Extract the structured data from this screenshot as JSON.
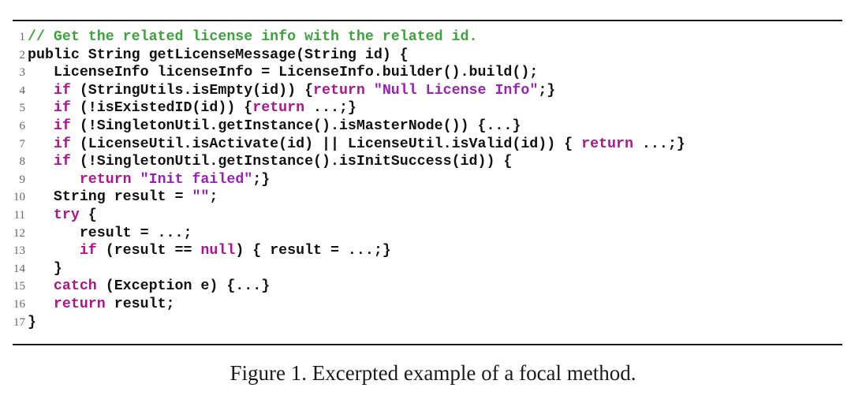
{
  "code_lines": [
    {
      "num": "1",
      "segments": [
        {
          "type": "comment",
          "text": "// Get the related license info with the related id."
        }
      ]
    },
    {
      "num": "2",
      "segments": [
        {
          "type": "plain",
          "text": "public String getLicenseMessage(String id) {"
        }
      ]
    },
    {
      "num": "3",
      "segments": [
        {
          "type": "plain",
          "text": "   LicenseInfo licenseInfo = LicenseInfo.builder().build();"
        }
      ]
    },
    {
      "num": "4",
      "segments": [
        {
          "type": "keyword",
          "text": "   if"
        },
        {
          "type": "plain",
          "text": " (StringUtils.isEmpty(id)) {"
        },
        {
          "type": "keyword",
          "text": "return"
        },
        {
          "type": "plain",
          "text": " "
        },
        {
          "type": "string",
          "text": "\"Null License Info\""
        },
        {
          "type": "plain",
          "text": ";}"
        }
      ]
    },
    {
      "num": "5",
      "segments": [
        {
          "type": "keyword",
          "text": "   if"
        },
        {
          "type": "plain",
          "text": " (!isExistedID(id)) {"
        },
        {
          "type": "keyword",
          "text": "return"
        },
        {
          "type": "plain",
          "text": " ...;}"
        }
      ]
    },
    {
      "num": "6",
      "segments": [
        {
          "type": "keyword",
          "text": "   if"
        },
        {
          "type": "plain",
          "text": " (!SingletonUtil.getInstance().isMasterNode()) {...}"
        }
      ]
    },
    {
      "num": "7",
      "segments": [
        {
          "type": "keyword",
          "text": "   if"
        },
        {
          "type": "plain",
          "text": " (LicenseUtil.isActivate(id) || LicenseUtil.isValid(id)) { "
        },
        {
          "type": "keyword",
          "text": "return"
        },
        {
          "type": "plain",
          "text": " ...;}"
        }
      ]
    },
    {
      "num": "8",
      "segments": [
        {
          "type": "keyword",
          "text": "   if"
        },
        {
          "type": "plain",
          "text": " (!SingletonUtil.getInstance().isInitSuccess(id)) {"
        }
      ]
    },
    {
      "num": "9",
      "segments": [
        {
          "type": "keyword",
          "text": "      return"
        },
        {
          "type": "plain",
          "text": " "
        },
        {
          "type": "string",
          "text": "\"Init failed\""
        },
        {
          "type": "plain",
          "text": ";}"
        }
      ]
    },
    {
      "num": "10",
      "segments": [
        {
          "type": "plain",
          "text": "   String result = "
        },
        {
          "type": "string",
          "text": "\"\""
        },
        {
          "type": "plain",
          "text": ";"
        }
      ]
    },
    {
      "num": "11",
      "segments": [
        {
          "type": "keyword",
          "text": "   try"
        },
        {
          "type": "plain",
          "text": " {"
        }
      ]
    },
    {
      "num": "12",
      "segments": [
        {
          "type": "plain",
          "text": "      result = ...;"
        }
      ]
    },
    {
      "num": "13",
      "segments": [
        {
          "type": "keyword",
          "text": "      if"
        },
        {
          "type": "plain",
          "text": " (result == "
        },
        {
          "type": "keyword",
          "text": "null"
        },
        {
          "type": "plain",
          "text": ") { result = ...;}"
        }
      ]
    },
    {
      "num": "14",
      "segments": [
        {
          "type": "plain",
          "text": "   }"
        }
      ]
    },
    {
      "num": "15",
      "segments": [
        {
          "type": "keyword",
          "text": "   catch"
        },
        {
          "type": "plain",
          "text": " (Exception e) {...}"
        }
      ]
    },
    {
      "num": "16",
      "segments": [
        {
          "type": "keyword",
          "text": "   return"
        },
        {
          "type": "plain",
          "text": " result;"
        }
      ]
    },
    {
      "num": "17",
      "segments": [
        {
          "type": "plain",
          "text": "}"
        }
      ]
    }
  ],
  "caption": "Figure 1.  Excerpted example of a focal method.",
  "colors": {
    "comment": "#3aa33a",
    "keyword": "#b0138c",
    "string": "#9a20b5",
    "text": "#111111",
    "line_number": "#666666"
  }
}
